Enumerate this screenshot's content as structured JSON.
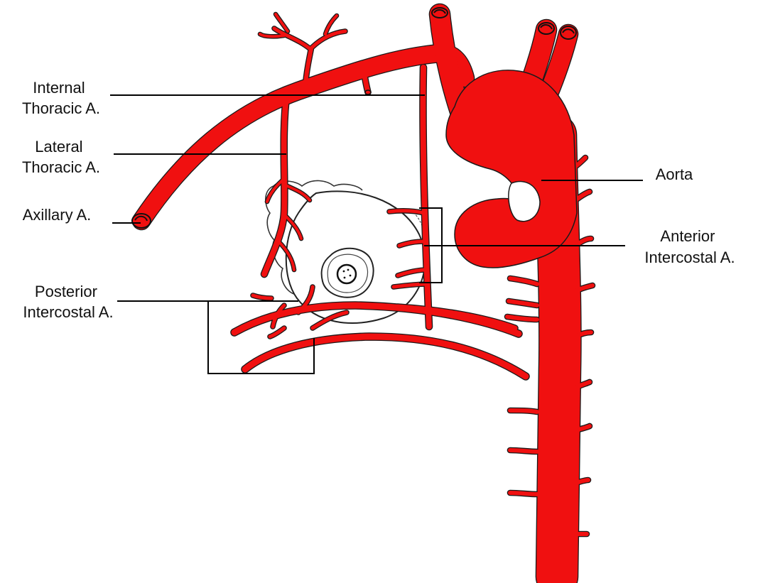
{
  "labels": {
    "internal_thoracic": [
      "Internal",
      "Thoracic A."
    ],
    "lateral_thoracic": [
      "Lateral",
      "Thoracic A."
    ],
    "axillary": [
      "Axillary A."
    ],
    "posterior_intercostal": [
      "Posterior",
      "Intercostal A."
    ],
    "aorta": [
      "Aorta"
    ],
    "anterior_intercostal": [
      "Anterior",
      "Intercostal A."
    ]
  },
  "colors": {
    "artery": "#f01010",
    "outline": "#1a1a1a",
    "leader": "#000000",
    "background": "#ffffff"
  }
}
